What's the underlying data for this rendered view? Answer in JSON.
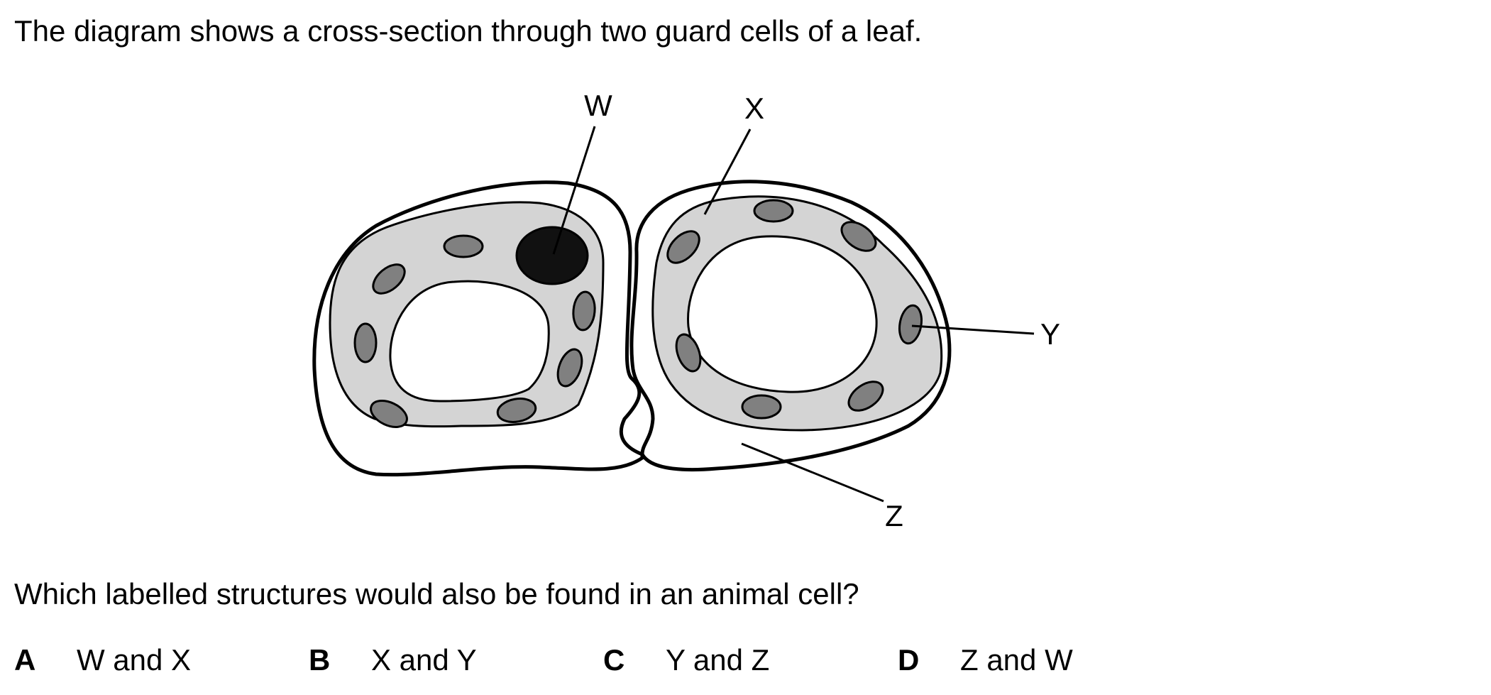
{
  "question": {
    "intro": "The diagram shows a cross-section through two guard cells of a leaf.",
    "prompt": "Which labelled structures would also be found in an animal cell?",
    "options": [
      {
        "letter": "A",
        "text": "W and X"
      },
      {
        "letter": "B",
        "text": "X and Y"
      },
      {
        "letter": "C",
        "text": "Y and Z"
      },
      {
        "letter": "D",
        "text": "Z and W"
      }
    ]
  },
  "diagram": {
    "labels": {
      "w": "W",
      "x": "X",
      "y": "Y",
      "z": "Z"
    },
    "colors": {
      "cytoplasm": "#d4d4d4",
      "chloroplast": "#808080",
      "nucleus": "#111111",
      "outline": "#000000"
    }
  }
}
